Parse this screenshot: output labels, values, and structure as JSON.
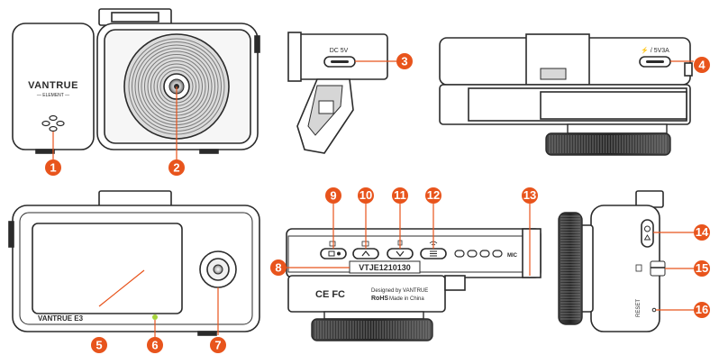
{
  "accent_color": "#e8541c",
  "outline_color": "#2b2b2b",
  "device": {
    "brand": "VANTRUE",
    "sub_brand": "— ELEMENT —",
    "model_label": "VANTRUE  E3",
    "port_label_side": "DC 5V",
    "port_label_back": "⚡ / 5V3A",
    "serial": "VTJE1210130",
    "designed_by": "Designed by VANTRUE",
    "rohs": "RoHS",
    "made_in": "Made in China",
    "mic_label": "MIC",
    "reset_label": "RESET",
    "cert_marks": "CE FC"
  },
  "callouts": [
    {
      "number": "1"
    },
    {
      "number": "2"
    },
    {
      "number": "3"
    },
    {
      "number": "4"
    },
    {
      "number": "5"
    },
    {
      "number": "6"
    },
    {
      "number": "7"
    },
    {
      "number": "8"
    },
    {
      "number": "9"
    },
    {
      "number": "10"
    },
    {
      "number": "11"
    },
    {
      "number": "12"
    },
    {
      "number": "13"
    },
    {
      "number": "14"
    },
    {
      "number": "15"
    },
    {
      "number": "16"
    }
  ],
  "icons": {
    "speaker_holes": "speaker-grille-icon",
    "lens": "lens-icon",
    "usb_c": "usb-c-port-icon",
    "record": "record-icon",
    "up": "up-arrow-icon",
    "down_mic": "down-arrow-mic-icon",
    "menu_wifi": "menu-wifi-icon",
    "power": "power-icon",
    "sd_card": "sd-card-icon",
    "reset": "reset-hole-icon"
  }
}
